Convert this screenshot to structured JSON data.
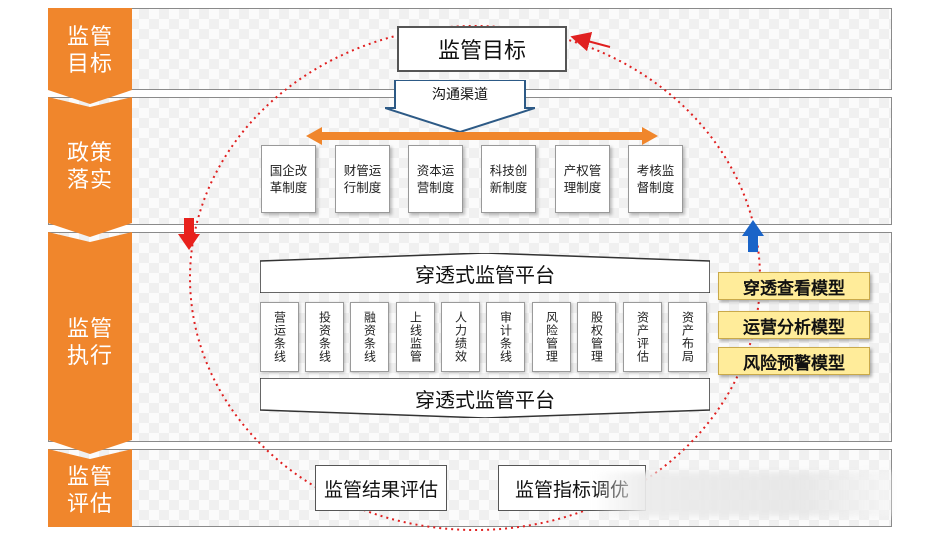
{
  "stages": [
    {
      "id": "target",
      "label": "监管\n目标"
    },
    {
      "id": "policy",
      "label": "政策\n落实"
    },
    {
      "id": "execution",
      "label": "监管\n执行"
    },
    {
      "id": "evaluation",
      "label": "监管\n评估"
    }
  ],
  "target": {
    "title": "监管目标"
  },
  "channel": {
    "label": "沟通渠道"
  },
  "systems": [
    "国企改革制度",
    "财管运行制度",
    "资本运营制度",
    "科技创新制度",
    "产权管理制度",
    "考核监督制度"
  ],
  "platform": {
    "top_label": "穿透式监管平台",
    "bottom_label": "穿透式监管平台"
  },
  "business_lines": [
    "营运条线",
    "投资条线",
    "融资条线",
    "上线监管",
    "人力绩效",
    "审计条线",
    "风险管理",
    "股权管理",
    "资产评估",
    "资产布局"
  ],
  "models": [
    "穿透查看模型",
    "运营分析模型",
    "风险预警模型"
  ],
  "evaluation": {
    "result_label": "监管结果评估",
    "indicator_label": "监管指标调优"
  },
  "colors": {
    "stage_orange": "#f0862c",
    "model_fill": "#ffec9a",
    "loop_red": "#e02020",
    "arrow_red": "#e8211c",
    "arrow_blue": "#1a64c8"
  }
}
